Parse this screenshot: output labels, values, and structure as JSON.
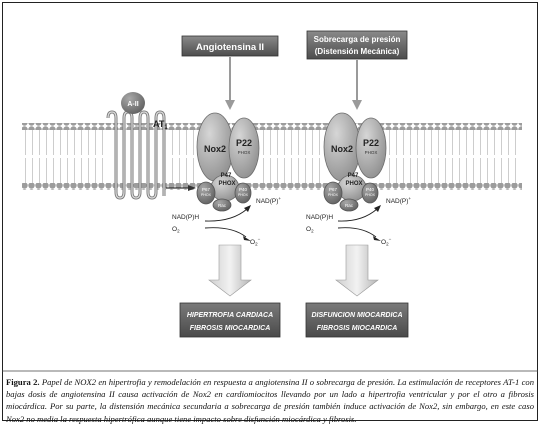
{
  "panel_left": {
    "stimulus": "Angiotensina II",
    "receptor_ligand": "A-II",
    "receptor_label": "AT",
    "receptor_subscript": "1",
    "complex": {
      "nox2": "Nox2",
      "p22": "P22",
      "p22_sub": "PHOX",
      "p47": "P47",
      "p47_sub": "PHOX",
      "p67": "P67",
      "p67_sub": "PHOX",
      "rac": "Rac",
      "p40": "P40",
      "p40_sub": "PHOX"
    },
    "reaction": {
      "substrate": "NAD(P)H",
      "o2": "O",
      "o2_sub": "2",
      "product_right": "NAD(P)",
      "product_right_sup": "+",
      "superoxide": "O",
      "superoxide_sub": "2",
      "superoxide_sup": "−"
    },
    "outcome": [
      "HIPERTROFIA CARDIACA",
      "FIBROSIS MIOCARDICA"
    ]
  },
  "panel_right": {
    "stimulus_line1": "Sobrecarga de presión",
    "stimulus_line2": "(Distensión Mecánica)",
    "complex": {
      "nox2": "Nox2",
      "p22": "P22",
      "p22_sub": "PHOX",
      "p47": "P47",
      "p47_sub": "PHOX",
      "p67": "P67",
      "p67_sub": "PHOX",
      "rac": "Rac",
      "p40": "P40",
      "p40_sub": "PHOX"
    },
    "reaction": {
      "substrate": "NAD(P)H",
      "o2": "O",
      "o2_sub": "2",
      "product_right": "NAD(P)",
      "product_right_sup": "+",
      "superoxide": "O",
      "superoxide_sub": "2",
      "superoxide_sup": "−"
    },
    "outcome": [
      "DISFUNCION MIOCARDICA",
      "FIBROSIS MIOCARDICA"
    ]
  },
  "caption": {
    "label": "Figura 2.",
    "text": "Papel de NOX2 en hipertrofia y remodelación en respuesta a angiotensina II o sobrecarga de presión. La estimulación de receptores AT-1 con bajas dosis de angiotensina II causa activación de Nox2 en cardiomiocitos llevando por un lado a hipertrofia ventricular y por el otro a fibrosis miocárdica. Por su parte, la distensión mecánica secundaria a sobrecarga de presión también induce activación de Nox2, sin embargo, en este caso Nox2 no media la respuesta hipertrófica aunque tiene impacto sobre disfunción miocárdica y fibrosis."
  },
  "colors": {
    "membrane": "#9a9a9a",
    "membrane_dark": "#7a7a7a",
    "box": "#5f5f5f",
    "box_light": "#e0e0e0",
    "arrow": "#bcbcbc",
    "protein": "#a9a9a9",
    "protein_dark": "#6f6f6f"
  }
}
